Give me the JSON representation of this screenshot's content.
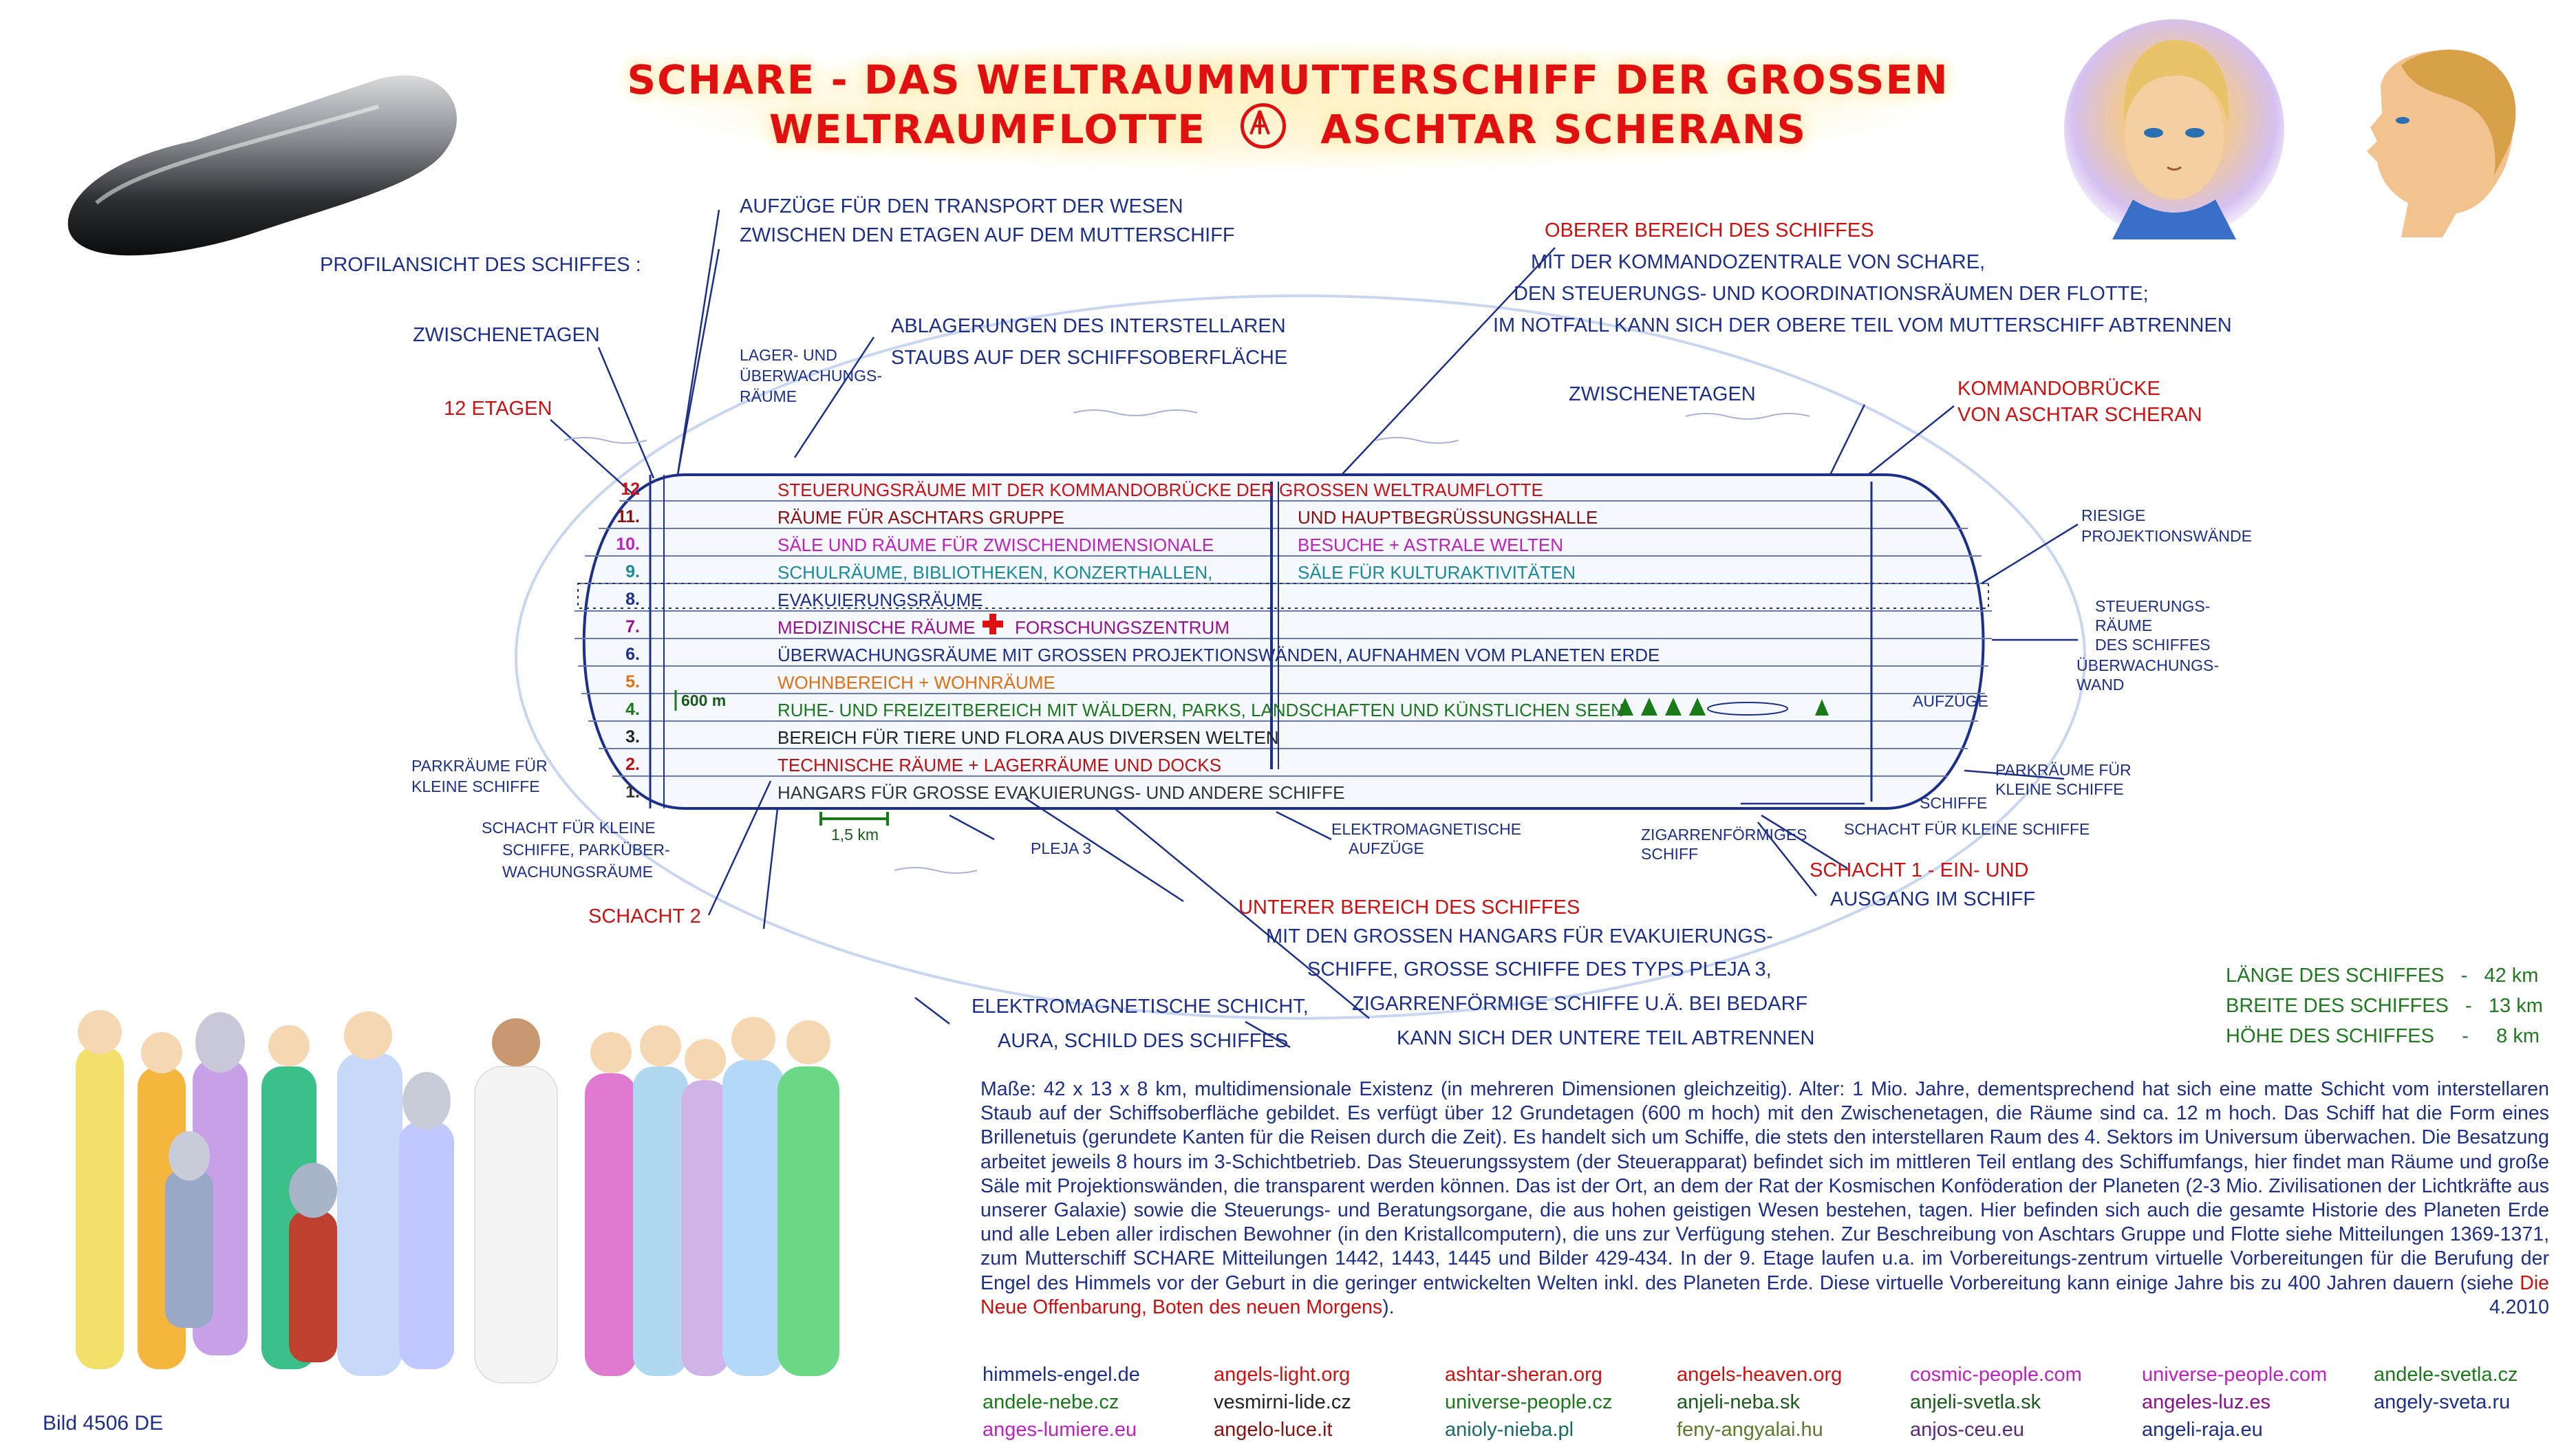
{
  "title": {
    "line1": "SCHARE - DAS WELTRAUMMUTTERSCHIFF DER GROSSEN",
    "line2_left": "WELTRAUMFLOTTE",
    "line2_right": "ASCHTAR SCHERANS"
  },
  "labels": {
    "profile": "PROFILANSICHT DES SCHIFFES :",
    "elevators_1": "AUFZÜGE FÜR DEN TRANSPORT DER WESEN",
    "elevators_2": "ZWISCHEN DEN ETAGEN AUF DEM MUTTERSCHIFF",
    "intermediate_left": "ZWISCHENETAGEN",
    "twelve_floors": "12 ETAGEN",
    "storage_1": "LAGER- UND",
    "storage_2": "ÜBERWACHUNGS-",
    "storage_3": "RÄUME",
    "dust_1": "ABLAGERUNGEN DES INTERSTELLAREN",
    "dust_2": "STAUBS AUF DER SCHIFFSOBERFLÄCHE",
    "upper_1": "OBERER BEREICH DES SCHIFFES",
    "upper_2": "MIT DER KOMMANDOZENTRALE VON SCHARE,",
    "upper_3": "DEN STEUERUNGS- UND KOORDINATIONSRÄUMEN DER FLOTTE;",
    "upper_4": "IM NOTFALL KANN SICH DER OBERE TEIL VOM MUTTERSCHIFF ABTRENNEN",
    "intermediate_right": "ZWISCHENETAGEN",
    "bridge_1": "KOMMANDOBRÜCKE",
    "bridge_2": "VON ASCHTAR SCHERAN",
    "projection_1": "RIESIGE",
    "projection_2": "PROJEKTIONSWÄNDE",
    "control_1": "STEUERUNGS-",
    "control_2": "RÄUME",
    "control_3": "DES SCHIFFES",
    "watch_1": "ÜBERWACHUNGS-",
    "watch_2": "WAND",
    "lifts": "AUFZÜGE",
    "parking_left_1": "PARKRÄUME FÜR",
    "parking_left_2": "KLEINE SCHIFFE",
    "parking_right_1": "PARKRÄUME FÜR",
    "parking_right_2": "KLEINE SCHIFFE",
    "ships": "SCHIFFE",
    "shaft_small_right": "SCHACHT FÜR KLEINE SCHIFFE",
    "shaft_small_left_1": "SCHACHT FÜR KLEINE",
    "shaft_small_left_2": "SCHIFFE, PARKÜBER-",
    "shaft_small_left_3": "WACHUNGSRÄUME",
    "shaft2": "SCHACHT 2",
    "scale": "1,5 km",
    "pleja": "PLEJA 3",
    "em_lifts_1": "ELEKTROMAGNETISCHE",
    "em_lifts_2": "AUFZÜGE",
    "cigar_1": "ZIGARRENFÖRMIGES",
    "cigar_2": "SCHIFF",
    "shaft1_1": "SCHACHT 1  -  EIN- UND",
    "shaft1_2": "AUSGANG IM SCHIFF",
    "lower_1": "UNTERER BEREICH DES SCHIFFES",
    "lower_2": "MIT DEN GROSSEN HANGARS FÜR EVAKUIERUNGS-",
    "lower_3": "SCHIFFE, GROSSE SCHIFFE DES TYPS PLEJA 3,",
    "lower_4": "ZIGARRENFÖRMIGE SCHIFFE U.Ä. BEI BEDARF",
    "lower_5": "KANN SICH DER UNTERE TEIL ABTRENNEN",
    "aura_1": "ELEKTROMAGNETISCHE SCHICHT,",
    "aura_2": "AURA, SCHILD DES SCHIFFES",
    "height_marker": "600 m"
  },
  "floors": [
    {
      "num": "12",
      "text": "STEUERUNGSRÄUME MIT DER KOMMANDOBRÜCKE DER GROSSEN WELTRAUMFLOTTE",
      "text2": "",
      "color": "#d01010"
    },
    {
      "num": "11.",
      "text": "RÄUME FÜR ASCHTARS GRUPPE",
      "text2": "UND HAUPTBEGRÜSSUNGSHALLE",
      "color": "#8a1010"
    },
    {
      "num": "10.",
      "text": "SÄLE UND RÄUME FÜR ZWISCHENDIMENSIONALE",
      "text2": "BESUCHE + ASTRALE WELTEN",
      "color": "#c020c0"
    },
    {
      "num": "9.",
      "text": "SCHULRÄUME, BIBLIOTHEKEN, KONZERTHALLEN,",
      "text2": "SÄLE FÜR KULTURAKTIVITÄTEN",
      "color": "#1a8a9a"
    },
    {
      "num": "8.",
      "text": "EVAKUIERUNGSRÄUME",
      "text2": "",
      "color": "#1c2f8a"
    },
    {
      "num": "7.",
      "text": "MEDIZINISCHE RÄUME",
      "text2": "FORSCHUNGSZENTRUM",
      "color": "#9a1090"
    },
    {
      "num": "6.",
      "text": "ÜBERWACHUNGSRÄUME MIT GROSSEN PROJEKTIONSWÄNDEN, AUFNAHMEN VOM PLANETEN ERDE",
      "text2": "",
      "color": "#1c2f8a"
    },
    {
      "num": "5.",
      "text": "WOHNBEREICH + WOHNRÄUME",
      "text2": "",
      "color": "#e07010"
    },
    {
      "num": "4.",
      "text": "RUHE- UND FREIZEITBEREICH MIT WÄLDERN, PARKS, LANDSCHAFTEN UND KÜNSTLICHEN SEEN",
      "text2": "",
      "color": "#1a7a1a"
    },
    {
      "num": "3.",
      "text": "BEREICH FÜR TIERE UND FLORA AUS DIVERSEN WELTEN",
      "text2": "",
      "color": "#222222"
    },
    {
      "num": "2.",
      "text": "TECHNISCHE RÄUME + LAGERRÄUME UND DOCKS",
      "text2": "",
      "color": "#c01010"
    },
    {
      "num": "1.",
      "text": "HANGARS FÜR GROSSE EVAKUIERUNGS- UND ANDERE SCHIFFE",
      "text2": "",
      "color": "#333333"
    }
  ],
  "dimensions": {
    "length": "LÄNGE DES SCHIFFES   -   42 km",
    "width": "BREITE DES SCHIFFES   -   13 km",
    "height": "HÖHE DES SCHIFFES     -     8 km"
  },
  "description": {
    "main": "Maße: 42 x 13 x 8 km, multidimensionale Existenz (in mehreren Dimensionen gleichzeitig). Alter: 1 Mio. Jahre, dementsprechend hat sich eine matte Schicht vom interstellaren Staub auf der Schiffsoberfläche gebildet. Es verfügt über 12 Grundetagen (600 m hoch) mit den Zwischenetagen, die Räume sind ca. 12 m hoch. Das Schiff hat die Form eines Brillenetuis (gerundete Kanten für die Reisen durch die Zeit). Es handelt sich um Schiffe, die stets den interstellaren Raum des 4. Sektors im Universum überwachen. Die Besatzung arbeitet jeweils 8 hours im 3-Schichtbetrieb. Das Steuerungssystem (der Steuerapparat) befindet sich im mittleren Teil entlang des Schiffumfangs, hier findet man Räume und große Säle mit Projektionswänden, die transparent werden können. Das ist der Ort, an dem der Rat der Kosmischen Konföderation der Planeten (2-3 Mio. Zivilisationen der Lichtkräfte aus unserer Galaxie) sowie die Steuerungs- und Beratungsorgane, die aus hohen geistigen Wesen bestehen, tagen. Hier befinden sich auch die gesamte Historie des Planeten Erde und alle Leben aller irdischen Bewohner (in den Kristallcomputern), die uns zur Verfügung stehen. Zur Beschreibung von Aschtars Gruppe und Flotte siehe Mitteilungen 1369-1371, zum Mutterschiff SCHARE Mitteilungen 1442, 1443, 1445 und Bilder 429-434. In der 9. Etage laufen u.a. im Vorbereitungs-zentrum virtuelle Vorbereitungen für die Berufung der Engel des Himmels vor der Geburt in die geringer entwickelten Welten inkl. des Planeten Erde. Diese virtuelle Vorbereitung kann einige Jahre bis zu 400 Jahren dauern (siehe ",
    "red_part": "Die Neue Offenbarung, Boten des neuen Morgens",
    "end": ").",
    "date": "4.2010"
  },
  "links": [
    {
      "text": "himmels-engel.de",
      "color": "#1c2f8a"
    },
    {
      "text": "angels-light.org",
      "color": "#d01010"
    },
    {
      "text": "ashtar-sheran.org",
      "color": "#d01010"
    },
    {
      "text": "angels-heaven.org",
      "color": "#d01010"
    },
    {
      "text": "cosmic-people.com",
      "color": "#c020c0"
    },
    {
      "text": "universe-people.com",
      "color": "#c020c0"
    },
    {
      "text": "andele-svetla.cz",
      "color": "#1a7a1a"
    },
    {
      "text": "andele-nebe.cz",
      "color": "#1a7a1a"
    },
    {
      "text": "vesmirni-lide.cz",
      "color": "#222222"
    },
    {
      "text": "universe-people.cz",
      "color": "#1a7a1a"
    },
    {
      "text": "anjeli-neba.sk",
      "color": "#1a5a1a"
    },
    {
      "text": "anjeli-svetla.sk",
      "color": "#1a5a1a"
    },
    {
      "text": "angeles-luz.es",
      "color": "#8a1090"
    },
    {
      "text": "angely-sveta.ru",
      "color": "#1c2f8a"
    },
    {
      "text": "anges-lumiere.eu",
      "color": "#c020c0"
    },
    {
      "text": "angelo-luce.it",
      "color": "#8a1010"
    },
    {
      "text": "anioly-nieba.pl",
      "color": "#1a6a6a"
    },
    {
      "text": "feny-angyalai.hu",
      "color": "#5a7a2a"
    },
    {
      "text": "anjos-ceu.eu",
      "color": "#5a2a7a"
    },
    {
      "text": "angeli-raja.eu",
      "color": "#1c2f8a"
    }
  ],
  "caption": "Bild 4506 DE",
  "colors": {
    "blue": "#1c2f8a",
    "red": "#d01010",
    "green": "#1f7a1f"
  }
}
